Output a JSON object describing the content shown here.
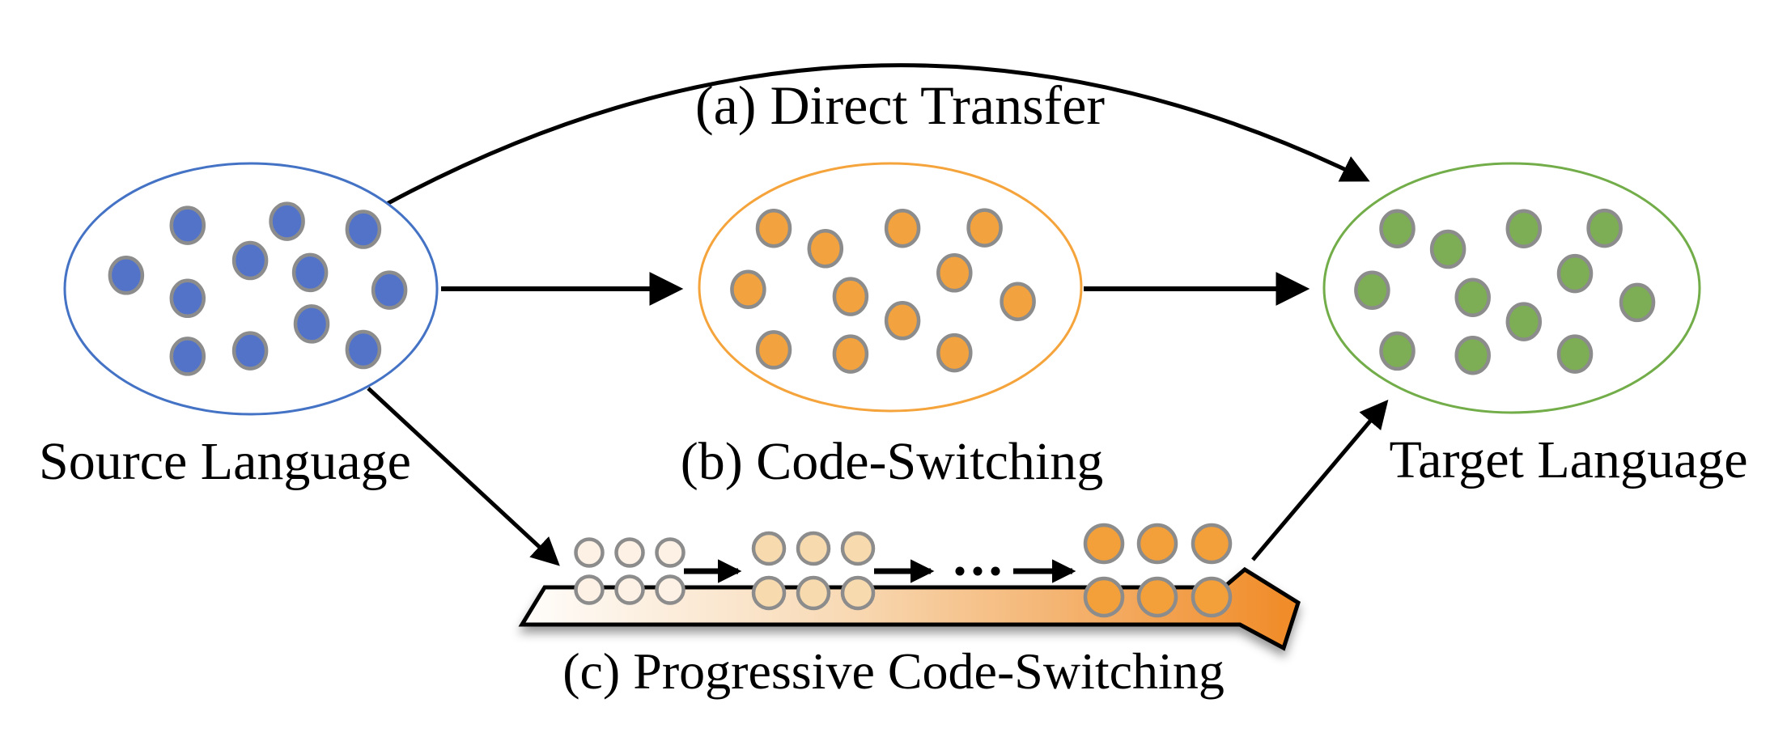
{
  "labels": {
    "direct_transfer": "(a) Direct Transfer",
    "code_switching": "(b) Code-Switching",
    "progressive_code_switching": "(c) Progressive Code-Switching",
    "source_language": "Source Language",
    "target_language": "Target Language"
  },
  "colors": {
    "arrow_black": "#000000",
    "dot_stroke": "#8C8C8C",
    "text": "#000000"
  },
  "ellipses": [
    {
      "name": "source-language",
      "outline": "#4472C4",
      "dot_fill": "#5273C8",
      "pattern": "A"
    },
    {
      "name": "code-switching",
      "outline": "#F5A33B",
      "dot_fill": "#F2A23E",
      "pattern": "B"
    },
    {
      "name": "target-language",
      "outline": "#72AD49",
      "dot_fill": "#7DAD55",
      "pattern": "B"
    }
  ],
  "band": {
    "outline": "#000000",
    "gradient": [
      "#FFFDFB",
      "#F8D9B4",
      "#F08A26"
    ],
    "dot_stroke": "#8C8C8C",
    "stages": [
      {
        "name": "stage-1",
        "dot_fill": "#FCF1E4"
      },
      {
        "name": "stage-2",
        "dot_fill": "#F8DAAF"
      },
      {
        "name": "stage-3",
        "dot_fill": "#F4A03A"
      }
    ]
  }
}
